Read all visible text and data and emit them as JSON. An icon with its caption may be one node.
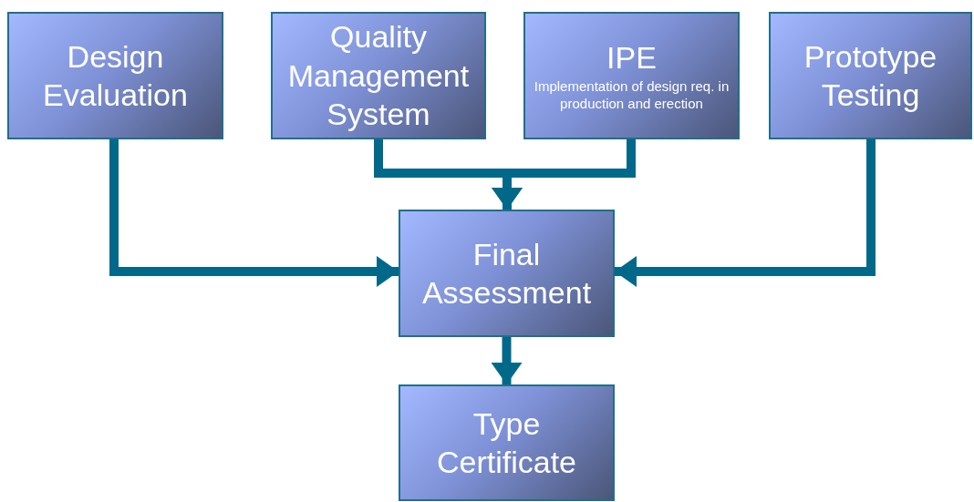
{
  "diagram": {
    "nodes": [
      {
        "text": [
          "Design Evaluation"
        ]
      },
      {
        "text": [
          "Quality Management System"
        ]
      },
      {
        "text": [
          "IPE",
          "Implementation of design req. in production and erection"
        ]
      },
      {
        "text": [
          "Prototype Testing"
        ]
      },
      {
        "text": [
          "Final Assessment"
        ]
      },
      {
        "text": [
          "Type Certificate"
        ]
      }
    ],
    "edges": [
      {
        "from": 0,
        "to": 4,
        "arrow": "to"
      },
      {
        "from": 1,
        "to": 4,
        "arrow": "to"
      },
      {
        "from": 2,
        "to": 4,
        "arrow": "to"
      },
      {
        "from": 3,
        "to": 4,
        "arrow": "to"
      },
      {
        "from": 4,
        "to": 5,
        "arrow": "to"
      }
    ]
  }
}
